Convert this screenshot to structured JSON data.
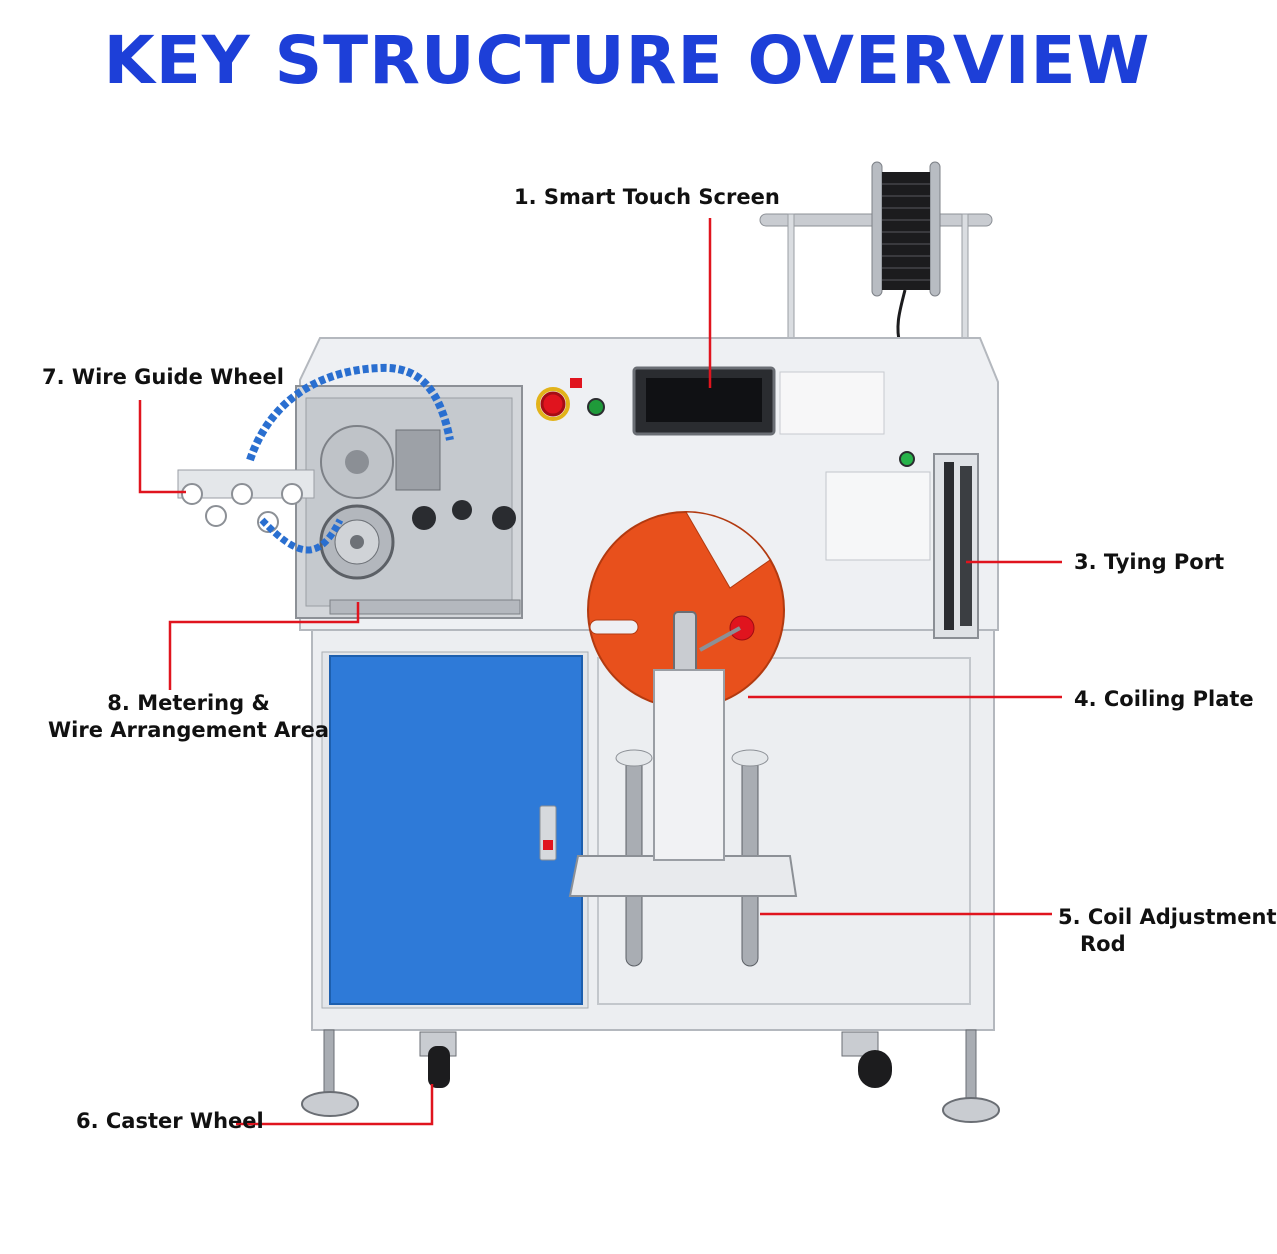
{
  "header": {
    "title": "KEY STRUCTURE OVERVIEW"
  },
  "callouts": [
    {
      "id": "touch-screen",
      "text": "1. Smart Touch Screen"
    },
    {
      "id": "tying-port",
      "text": "3. Tying Port"
    },
    {
      "id": "coiling-plate",
      "text": "4. Coiling Plate"
    },
    {
      "id": "coil-rod",
      "lines": [
        "5. Coil Adjustment",
        "Rod"
      ]
    },
    {
      "id": "caster-wheel",
      "text": "6. Caster Wheel"
    },
    {
      "id": "wire-guide",
      "text": "7. Wire Guide Wheel"
    },
    {
      "id": "metering",
      "lines": [
        "8. Metering &",
        "Wire Arrangement Area"
      ]
    }
  ],
  "colors": {
    "title": "#1d3fd8",
    "leader": "#e0141e",
    "cabinet_door": "#2e7ad8",
    "coiling_plate": "#e8501c",
    "machine_body": "#eef0f3"
  }
}
